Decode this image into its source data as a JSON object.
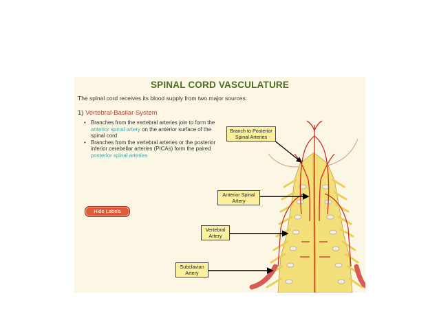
{
  "title": "SPINAL CORD VASCULATURE",
  "intro": "The spinal cord receives its blood supply from two major sources:",
  "section": {
    "number": "1)",
    "heading": "Vertebral-Basilar System"
  },
  "bullets": [
    {
      "pre": "Branches from the vertebral arteries join to form the ",
      "highlight": "anterior spinal artery",
      "post": " on the anterior surface of the spinal cord"
    },
    {
      "pre": "Branches from the vertebral arteries or the posterior inferior cerebellar arteries (PICAs) form the paired ",
      "highlight": "posterior spinal arteries",
      "post": ""
    }
  ],
  "button": {
    "label": "Hide Labels"
  },
  "labels": {
    "branch": "Branch to Posterior Spinal Arteries",
    "anterior": "Anterior Spinal Artery",
    "vertebral": "Vertebral Artery",
    "subclavian": "Subclavian Artery"
  },
  "colors": {
    "title": "#4d6f1d",
    "heading": "#b2443c",
    "highlight": "#47a7a3",
    "label_bg": "#fbf0a0",
    "artery": "#cc2d22",
    "cord": "#f3e07a"
  }
}
